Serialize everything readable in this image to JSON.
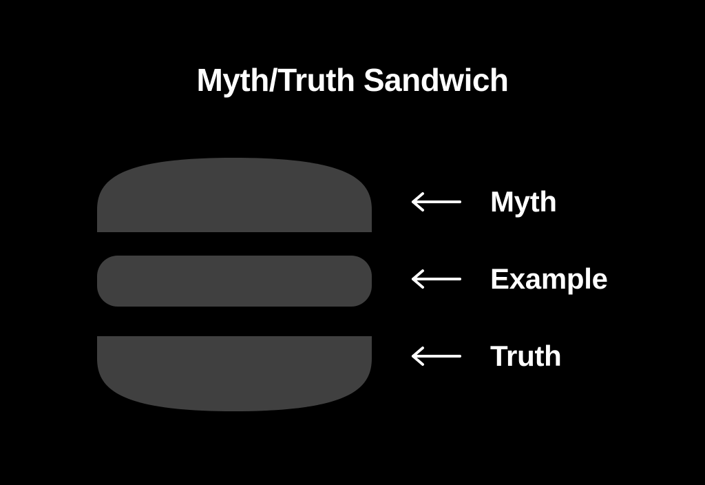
{
  "title": "Myth/Truth Sandwich",
  "layers": [
    {
      "label": "Myth",
      "role": "top-bun"
    },
    {
      "label": "Example",
      "role": "filling"
    },
    {
      "label": "Truth",
      "role": "bottom-bun"
    }
  ],
  "colors": {
    "background": "#000000",
    "layer_fill": "#404040",
    "text": "#ffffff",
    "arrow": "#ffffff"
  },
  "icons": {
    "arrow": "arrow-left-icon"
  }
}
